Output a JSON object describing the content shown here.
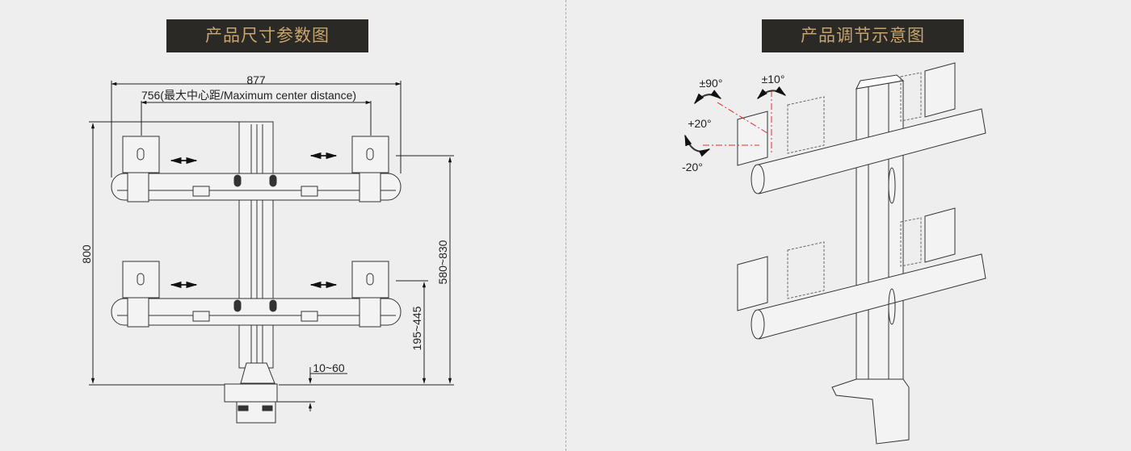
{
  "left_panel": {
    "title": "产品尺寸参数图",
    "dimensions": {
      "overall_width": "877",
      "center_distance": "756(最大中心距/Maximum center distance)",
      "overall_height": "800",
      "arm_spacing": "580~830",
      "lower_arm_height": "195~445",
      "desk_thickness": "10~60"
    }
  },
  "right_panel": {
    "title": "产品调节示意图",
    "angles": {
      "rotation": "±90°",
      "swivel": "±10°",
      "tilt_up": "+20°",
      "tilt_down": "-20°"
    }
  },
  "colors": {
    "title_bg": "#2a2926",
    "title_text": "#c8a56e",
    "axis_line": "#e03030"
  }
}
